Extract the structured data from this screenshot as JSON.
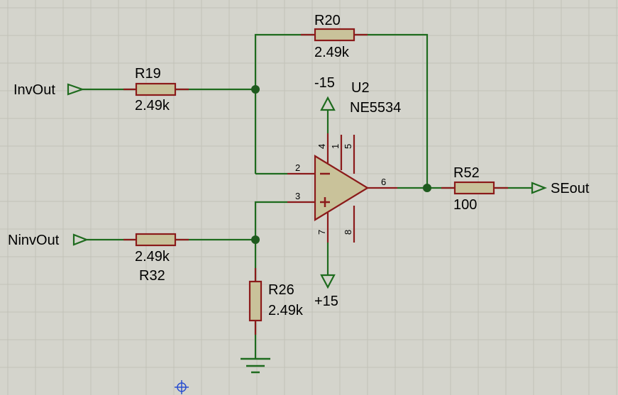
{
  "colors": {
    "background": "#d4d4cc",
    "grid": "#c2c2b8",
    "wire": "#1e6b1e",
    "component_outline": "#8b1a1a",
    "component_fill": "#c9c29a",
    "junction": "#1e5a1e"
  },
  "ports": {
    "inv_out": "InvOut",
    "ninv_out": "NinvOut",
    "se_out": "SEout"
  },
  "power": {
    "neg": "-15",
    "pos": "+15"
  },
  "opamp": {
    "ref": "U2",
    "part": "NE5534",
    "pins": {
      "p1": "1",
      "p2": "2",
      "p3": "3",
      "p4": "4",
      "p5": "5",
      "p6": "6",
      "p7": "7",
      "p8": "8"
    }
  },
  "resistors": {
    "r19": {
      "ref": "R19",
      "value": "2.49k"
    },
    "r20": {
      "ref": "R20",
      "value": "2.49k"
    },
    "r32": {
      "ref": "R32",
      "value": "2.49k"
    },
    "r26": {
      "ref": "R26",
      "value": "2.49k"
    },
    "r52": {
      "ref": "R52",
      "value": "100"
    }
  },
  "cursor_icon": "crosshair-origin-icon"
}
